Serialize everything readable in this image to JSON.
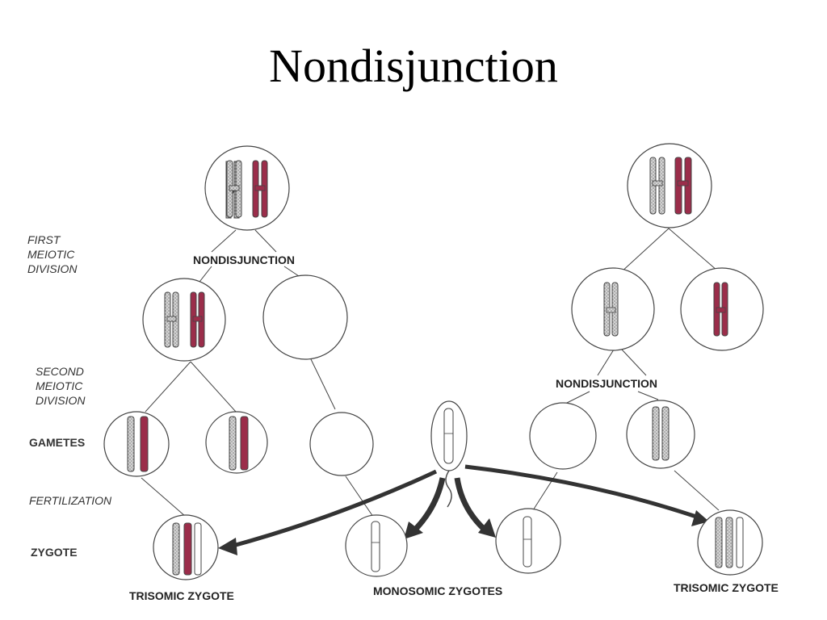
{
  "title": "Nondisjunction",
  "side_labels": {
    "first_meiotic_division": [
      "FIRST",
      "MEIOTIC",
      "DIVISION"
    ],
    "second_meiotic_division": [
      "SECOND",
      "MEIOTIC",
      "DIVISION"
    ],
    "gametes": "GAMETES",
    "fertilization": "FERTILIZATION",
    "zygote": "ZYGOTE"
  },
  "labels": {
    "nondisjunction_left": "NONDISJUNCTION",
    "nondisjunction_right": "NONDISJUNCTION",
    "trisomic_zygote_left": "TRISOMIC ZYGOTE",
    "monosomic_zygotes": "MONOSOMIC ZYGOTES",
    "trisomic_zygote_right": "TRISOMIC ZYGOTE"
  },
  "colors": {
    "maternal": "#9b2d4a",
    "paternal_fill": "#b8b8b8",
    "outline": "#444444"
  }
}
